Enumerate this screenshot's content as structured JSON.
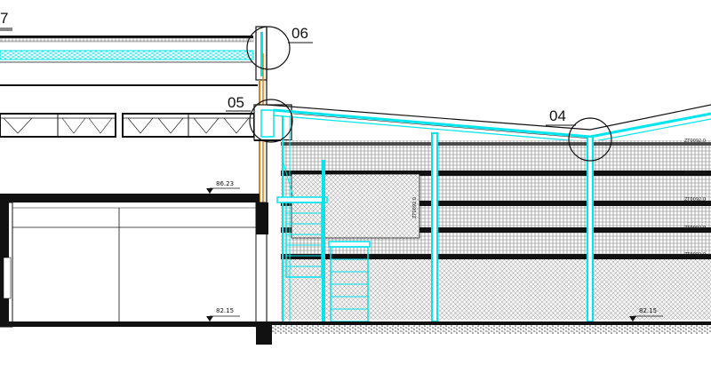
{
  "section": {
    "callouts": [
      {
        "id": "c7",
        "label": "7"
      },
      {
        "id": "c06",
        "label": "06"
      },
      {
        "id": "c05",
        "label": "05"
      },
      {
        "id": "c04",
        "label": "04"
      }
    ],
    "elevations": {
      "upper_left": "86.23",
      "lower_left": "82.15",
      "lower_right": "82.15"
    },
    "wall_labels": {
      "sheet_code": "ZT0092.0",
      "vertical_mark": "ZT0092.0"
    }
  },
  "colors": {
    "line": "#111111",
    "steel": "#00e5ee",
    "timber": "#e07b1a",
    "grid": "#9a9a9a"
  }
}
